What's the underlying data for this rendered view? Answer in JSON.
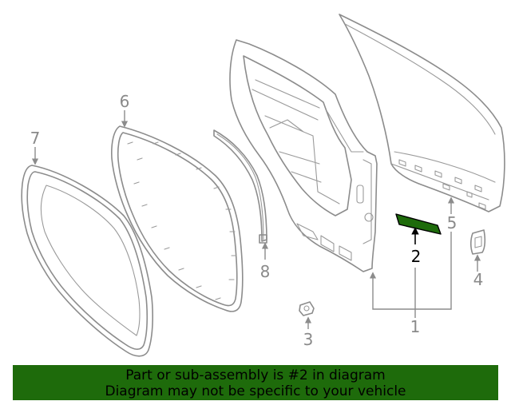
{
  "callouts": {
    "c1": "1",
    "c2": "2",
    "c3": "3",
    "c4": "4",
    "c5": "5",
    "c6": "6",
    "c7": "7",
    "c8": "8"
  },
  "highlight_color": "#1e6b0b",
  "banner": {
    "line1": "Part or sub-assembly is #2 in diagram",
    "line2": "Diagram may not be specific to your vehicle",
    "color": "#1e6b0b"
  }
}
